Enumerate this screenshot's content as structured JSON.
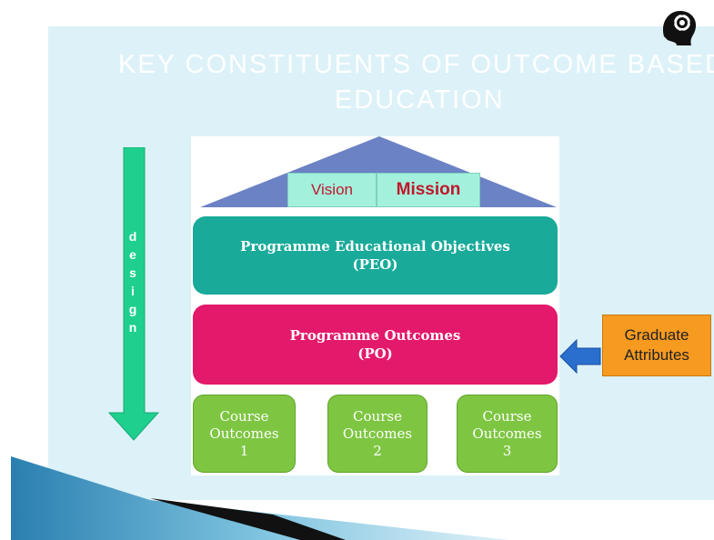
{
  "title": {
    "line1": "KEY CONSTITUENTS OF OUTCOME BASED",
    "line2": "EDUCATION"
  },
  "roof": {
    "vision": "Vision",
    "mission": "Mission"
  },
  "peo": {
    "line1": "Programme Educational Objectives",
    "line2": "(PEO)"
  },
  "po": {
    "line1": "Programme Outcomes",
    "line2": "(PO)"
  },
  "courses": [
    {
      "line1": "Course",
      "line2": "Outcomes",
      "line3": "1"
    },
    {
      "line1": "Course",
      "line2": "Outcomes",
      "line3": "2"
    },
    {
      "line1": "Course",
      "line2": "Outcomes",
      "line3": "3"
    }
  ],
  "design_letters": [
    "d",
    "e",
    "s",
    "i",
    "g",
    "n"
  ],
  "graduate": {
    "line1": "Graduate",
    "line2": "Attributes"
  },
  "colors": {
    "panel": "#dcf2f8",
    "roof": "#6b82c4",
    "peo": "#19aa9a",
    "po": "#e3196b",
    "course": "#7ec642",
    "design_arrow": "#1fcf8e",
    "graduate": "#f79a20",
    "graduate_arrow": "#2a6fce"
  },
  "icons": {
    "logo": "gear-head-logo-icon",
    "design_arrow": "arrow-down-icon",
    "graduate_arrow": "arrow-left-icon"
  }
}
